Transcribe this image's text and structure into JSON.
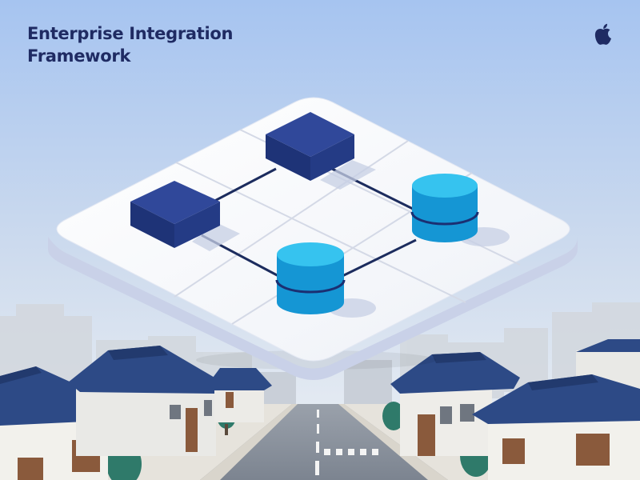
{
  "header": {
    "title_line1": "Enterprise Integration",
    "title_line2": "Framework",
    "logo_icon": "apple-logo-icon"
  },
  "diagram": {
    "nodes": [
      {
        "id": "server-top",
        "shape": "cube"
      },
      {
        "id": "server-left",
        "shape": "cube"
      },
      {
        "id": "database-right",
        "shape": "cylinder"
      },
      {
        "id": "database-bottom",
        "shape": "cylinder"
      }
    ],
    "connections": [
      [
        "server-left",
        "server-top"
      ],
      [
        "server-top",
        "database-right"
      ],
      [
        "server-left",
        "database-bottom"
      ],
      [
        "database-bottom",
        "database-right"
      ]
    ]
  },
  "colors": {
    "sky_top": "#a6c4f0",
    "sky_bottom": "#e9eef4",
    "title": "#1f2b63",
    "cube": "#263f8c",
    "cylinder": "#22b2e6",
    "roof": "#2d4a86"
  }
}
